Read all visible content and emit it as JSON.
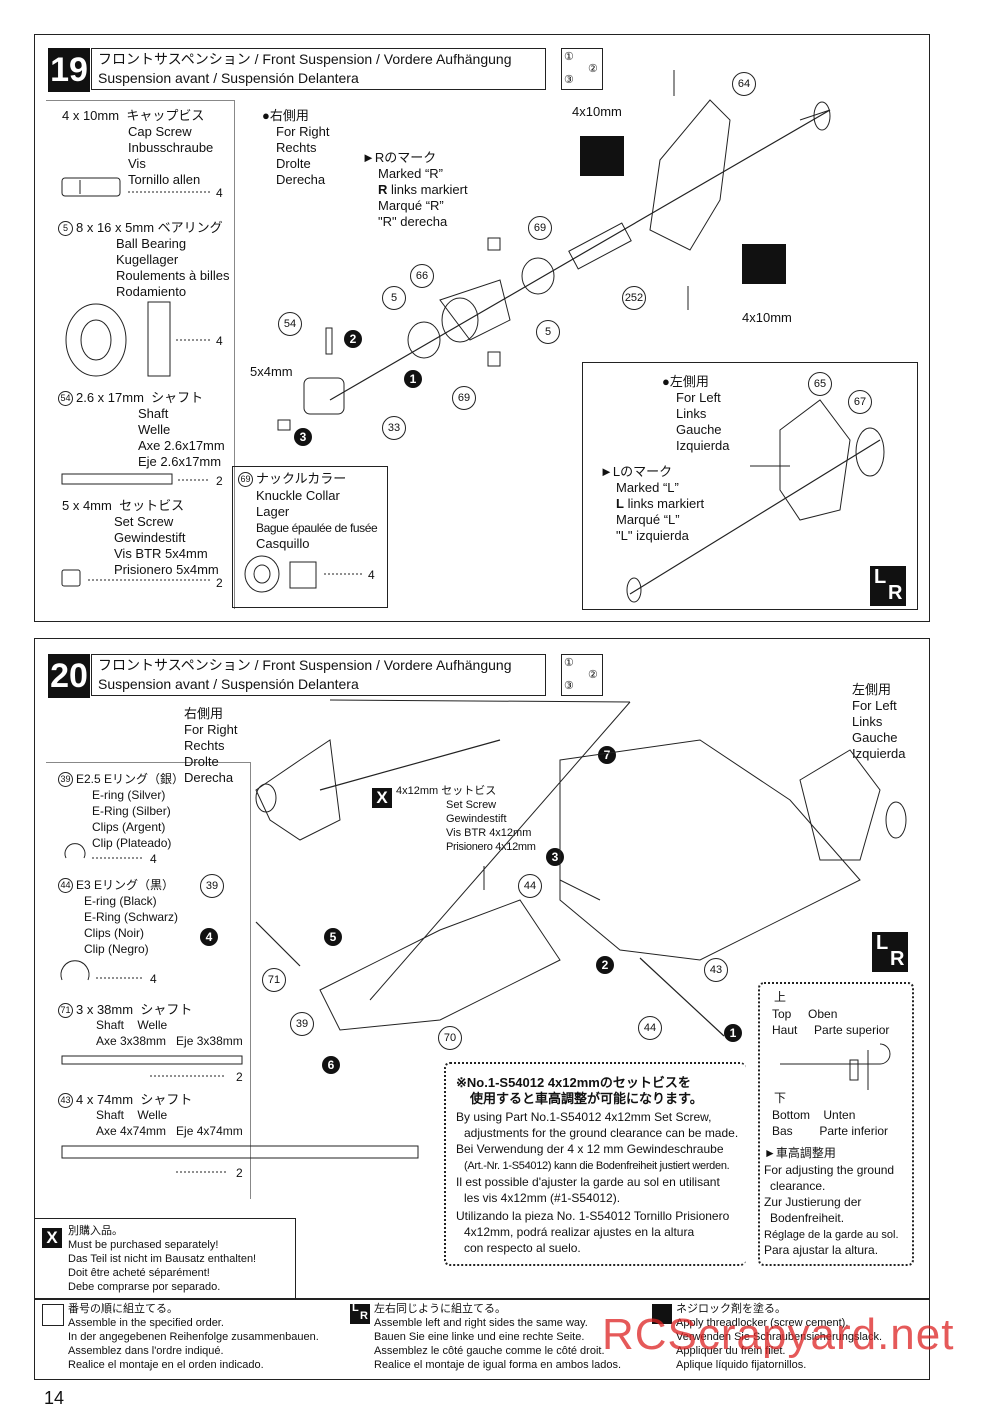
{
  "step19": {
    "number": "19",
    "title_line1": "フロントサスペンション / Front Suspension / Vordere Aufhängung",
    "title_line2": "Suspension avant / Suspensión Delantera",
    "parts": {
      "cap_screw": {
        "size": "4 x 10mm",
        "jp": "キャップビス",
        "en": "Cap Screw",
        "de": "Inbusschraube",
        "fr": "Vis",
        "es": "Tornillo allen",
        "qty": "4"
      },
      "bearing": {
        "ref": "5",
        "size": "8 x 16 x 5mm",
        "jp": "ベアリング",
        "en": "Ball Bearing",
        "de": "Kugellager",
        "fr": "Roulements à billes",
        "es": "Rodamiento",
        "qty": "4"
      },
      "shaft": {
        "ref": "54",
        "size": "2.6 x 17mm",
        "jp": "シャフト",
        "en": "Shaft",
        "de": "Welle",
        "fr": "Axe 2.6x17mm",
        "es": "Eje 2.6x17mm",
        "qty": "2"
      },
      "set_screw": {
        "size": "5 x 4mm",
        "jp": "セットビス",
        "en": "Set Screw",
        "de": "Gewindestift",
        "fr": "Vis BTR 5x4mm",
        "es": "Prisionero 5x4mm",
        "qty": "2"
      },
      "knuckle_collar": {
        "ref": "69",
        "jp": "ナックルカラー",
        "en": "Knuckle Collar",
        "de": "Lager",
        "fr": "Bague épaulée de fusée",
        "es": "Casquillo",
        "qty": "4"
      }
    },
    "right_side": {
      "jp": "●右側用",
      "en": "For Right",
      "de": "Rechts",
      "fr": "Drolte",
      "es": "Derecha"
    },
    "r_mark": {
      "jp": "►Rのマーク",
      "en": "Marked “R”",
      "de_bold": "R",
      "de_rest": " links markiert",
      "fr": "Marqué “R”",
      "es": "\"R\" derecha"
    },
    "left_side": {
      "jp": "●左側用",
      "en": "For Left",
      "de": "Links",
      "fr": "Gauche",
      "es": "Izquierda"
    },
    "l_mark": {
      "jp": "►Lのマーク",
      "en": "Marked “L”",
      "de_bold": "L",
      "de_rest": " links markiert",
      "fr": "Marqué “L”",
      "es": "\"L\" izquierda"
    },
    "callouts": {
      "screw_top": "4x10mm",
      "screw_bottom": "4x10mm",
      "setscrew": "5x4mm",
      "p64": "64",
      "p69a": "69",
      "p69b": "69",
      "p66": "66",
      "p5a": "5",
      "p5b": "5",
      "p54": "54",
      "p33": "33",
      "p252": "252",
      "p65": "65",
      "p67": "67",
      "s1": "1",
      "s2": "2",
      "s3": "3"
    },
    "order_icon": {
      "a": "①",
      "b": "②",
      "c": "③"
    }
  },
  "step20": {
    "number": "20",
    "title_line1": "フロントサスペンション / Front Suspension / Vordere Aufhängung",
    "title_line2": "Suspension avant / Suspensión Delantera",
    "parts": {
      "eclip25": {
        "ref": "39",
        "size": "E2.5",
        "jp": "Eリング（銀）",
        "en": "E-ring (Silver)",
        "de": "E-Ring (Silber)",
        "fr": "Clips (Argent)",
        "es": "Clip (Plateado)",
        "qty": "4"
      },
      "eclip3": {
        "ref": "44",
        "size": "E3",
        "jp": "Eリング（黒）",
        "en": "E-ring (Black)",
        "de": "E-Ring (Schwarz)",
        "fr": "Clips (Noir)",
        "es": "Clip (Negro)",
        "qty": "4"
      },
      "shaft38": {
        "ref": "71",
        "size": "3 x 38mm",
        "jp": "シャフト",
        "en": "Shaft",
        "de": "Welle",
        "fr": "Axe 3x38mm",
        "es": "Eje 3x38mm",
        "qty": "2"
      },
      "shaft74": {
        "ref": "43",
        "size": "4 x 74mm",
        "jp": "シャフト",
        "en": "Shaft",
        "de": "Welle",
        "fr": "Axe 4x74mm",
        "es": "Eje 4x74mm",
        "qty": "2"
      }
    },
    "right_side": {
      "jp": "右側用",
      "en": "For Right",
      "de": "Rechts",
      "fr": "Drolte",
      "es": "Derecha"
    },
    "left_side": {
      "jp": "左側用",
      "en": "For Left",
      "de": "Links",
      "fr": "Gauche",
      "es": "Izquierda"
    },
    "optional": {
      "size": "4x12mm",
      "jp": "セットビス",
      "en": "Set Screw",
      "de": "Gewindestift",
      "fr": "Vis BTR 4x12mm",
      "es": "Prisionero 4x12mm"
    },
    "callouts": {
      "p39a": "39",
      "p39b": "39",
      "p44a": "44",
      "p44b": "44",
      "p71": "71",
      "p70": "70",
      "p43": "43",
      "s1": "1",
      "s2": "2",
      "s3": "3",
      "s4": "4",
      "s5": "5",
      "s6": "6",
      "s7": "7"
    },
    "note": {
      "jp1": "※No.1-S54012 4x12mmのセットビスを",
      "jp2": "使用すると車高調整が可能になります。",
      "en1": "By using Part No.1-S54012 4x12mm Set Screw,",
      "en2": "adjustments for the ground clearance can be made.",
      "de1": "Bei Verwendung der 4 x 12 mm Gewindeschraube",
      "de2": "(Art.-Nr. 1-S54012) kann die Bodenfreiheit justiert werden.",
      "fr1": "Il est possible d'ajuster la garde au sol en utilisant",
      "fr2": "les vis 4x12mm (#1-S54012).",
      "es1": "Utilizando la pieza No. 1-S54012 Tornillo Prisionero",
      "es2": "4x12mm, podrá realizar ajustes en la altura",
      "es3": "con respecto al suelo."
    },
    "ride_height": {
      "top_jp": "上",
      "top_en": "Top",
      "top_de": "Oben",
      "top_fr": "Haut",
      "top_es": "Parte superior",
      "bottom_jp": "下",
      "bottom_en": "Bottom",
      "bottom_de": "Unten",
      "bottom_fr": "Bas",
      "bottom_es": "Parte inferior",
      "adj_jp": "►車高調整用",
      "adj_en1": "For adjusting the ground",
      "adj_en2": "clearance.",
      "adj_de1": "Zur Justierung der",
      "adj_de2": "Bodenfreiheit.",
      "adj_fr": "Réglage de la garde au sol.",
      "adj_es": "Para ajustar la altura."
    },
    "order_icon": {
      "a": "①",
      "b": "②",
      "c": "③"
    }
  },
  "legend": {
    "x_mark": "X",
    "separately": {
      "jp": "別購入品。",
      "en": "Must be purchased separately!",
      "de": "Das Teil ist nicht im Bausatz enthalten!",
      "fr": "Doit être acheté séparément!",
      "es": "Debe comprarse por separado."
    },
    "order": {
      "jp": "番号の順に組立てる。",
      "en": "Assemble in the specified order.",
      "de": "In der angegebenen Reihenfolge zusammenbauen.",
      "fr": "Assemblez dans l'ordre indiqué.",
      "es": "Realice el montaje en el orden indicado."
    },
    "lr": {
      "jp": "左右同じように組立てる。",
      "en": "Assemble left and right sides the same way.",
      "de": "Bauen Sie eine linke und eine rechte Seite.",
      "fr": "Assemblez le côté gauche comme le côté droit.",
      "es": "Realice el montaje de igual forma en ambos lados."
    },
    "threadlock": {
      "jp": "ネジロック剤を塗る。",
      "en": "Apply threadlocker (screw cement).",
      "de": "Verwenden Sie Schraubensicherungslack.",
      "fr": "Appliquer du frein filet.",
      "es": "Aplique líquido fijatornillos."
    }
  },
  "lr_letters": {
    "l": "L",
    "r": "R"
  },
  "page_number": "14",
  "watermark": "RCScrapyard.net"
}
